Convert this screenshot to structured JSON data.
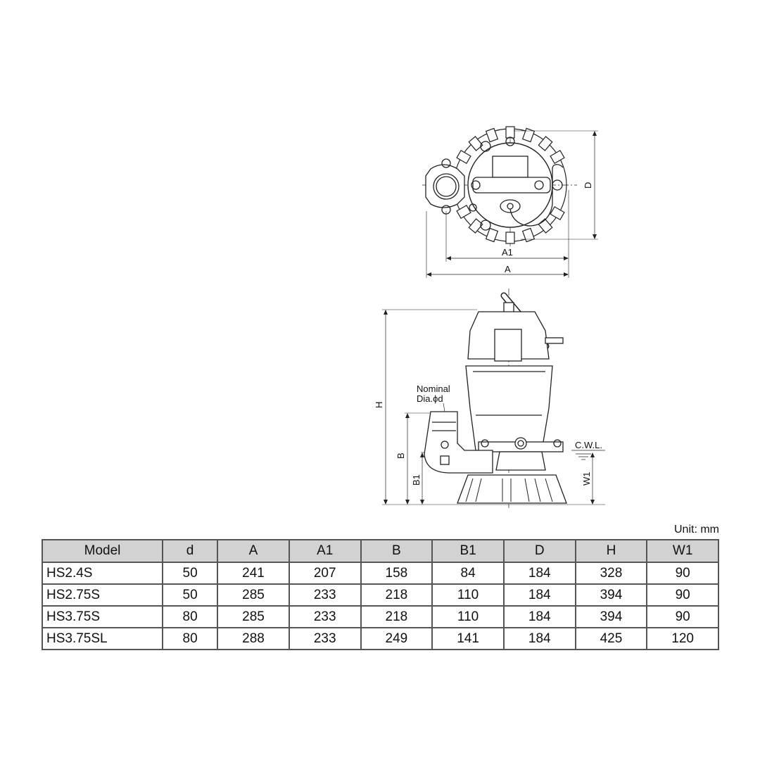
{
  "drawing": {
    "top_view_labels": {
      "a1": "A1",
      "a": "A",
      "d": "D"
    },
    "side_view_labels": {
      "h": "H",
      "b": "B",
      "b1": "B1",
      "w1": "W1",
      "nominal": "Nominal",
      "dia": "Dia.ϕd",
      "cwl": "C.W.L."
    }
  },
  "table": {
    "unit": "Unit: mm",
    "headers": [
      "Model",
      "d",
      "A",
      "A1",
      "B",
      "B1",
      "D",
      "H",
      "W1"
    ],
    "rows": [
      [
        "HS2.4S",
        "50",
        "241",
        "207",
        "158",
        "84",
        "184",
        "328",
        "90"
      ],
      [
        "HS2.75S",
        "50",
        "285",
        "233",
        "218",
        "110",
        "184",
        "394",
        "90"
      ],
      [
        "HS3.75S",
        "80",
        "285",
        "233",
        "218",
        "110",
        "184",
        "394",
        "90"
      ],
      [
        "HS3.75SL",
        "80",
        "288",
        "233",
        "249",
        "141",
        "184",
        "425",
        "120"
      ]
    ]
  }
}
